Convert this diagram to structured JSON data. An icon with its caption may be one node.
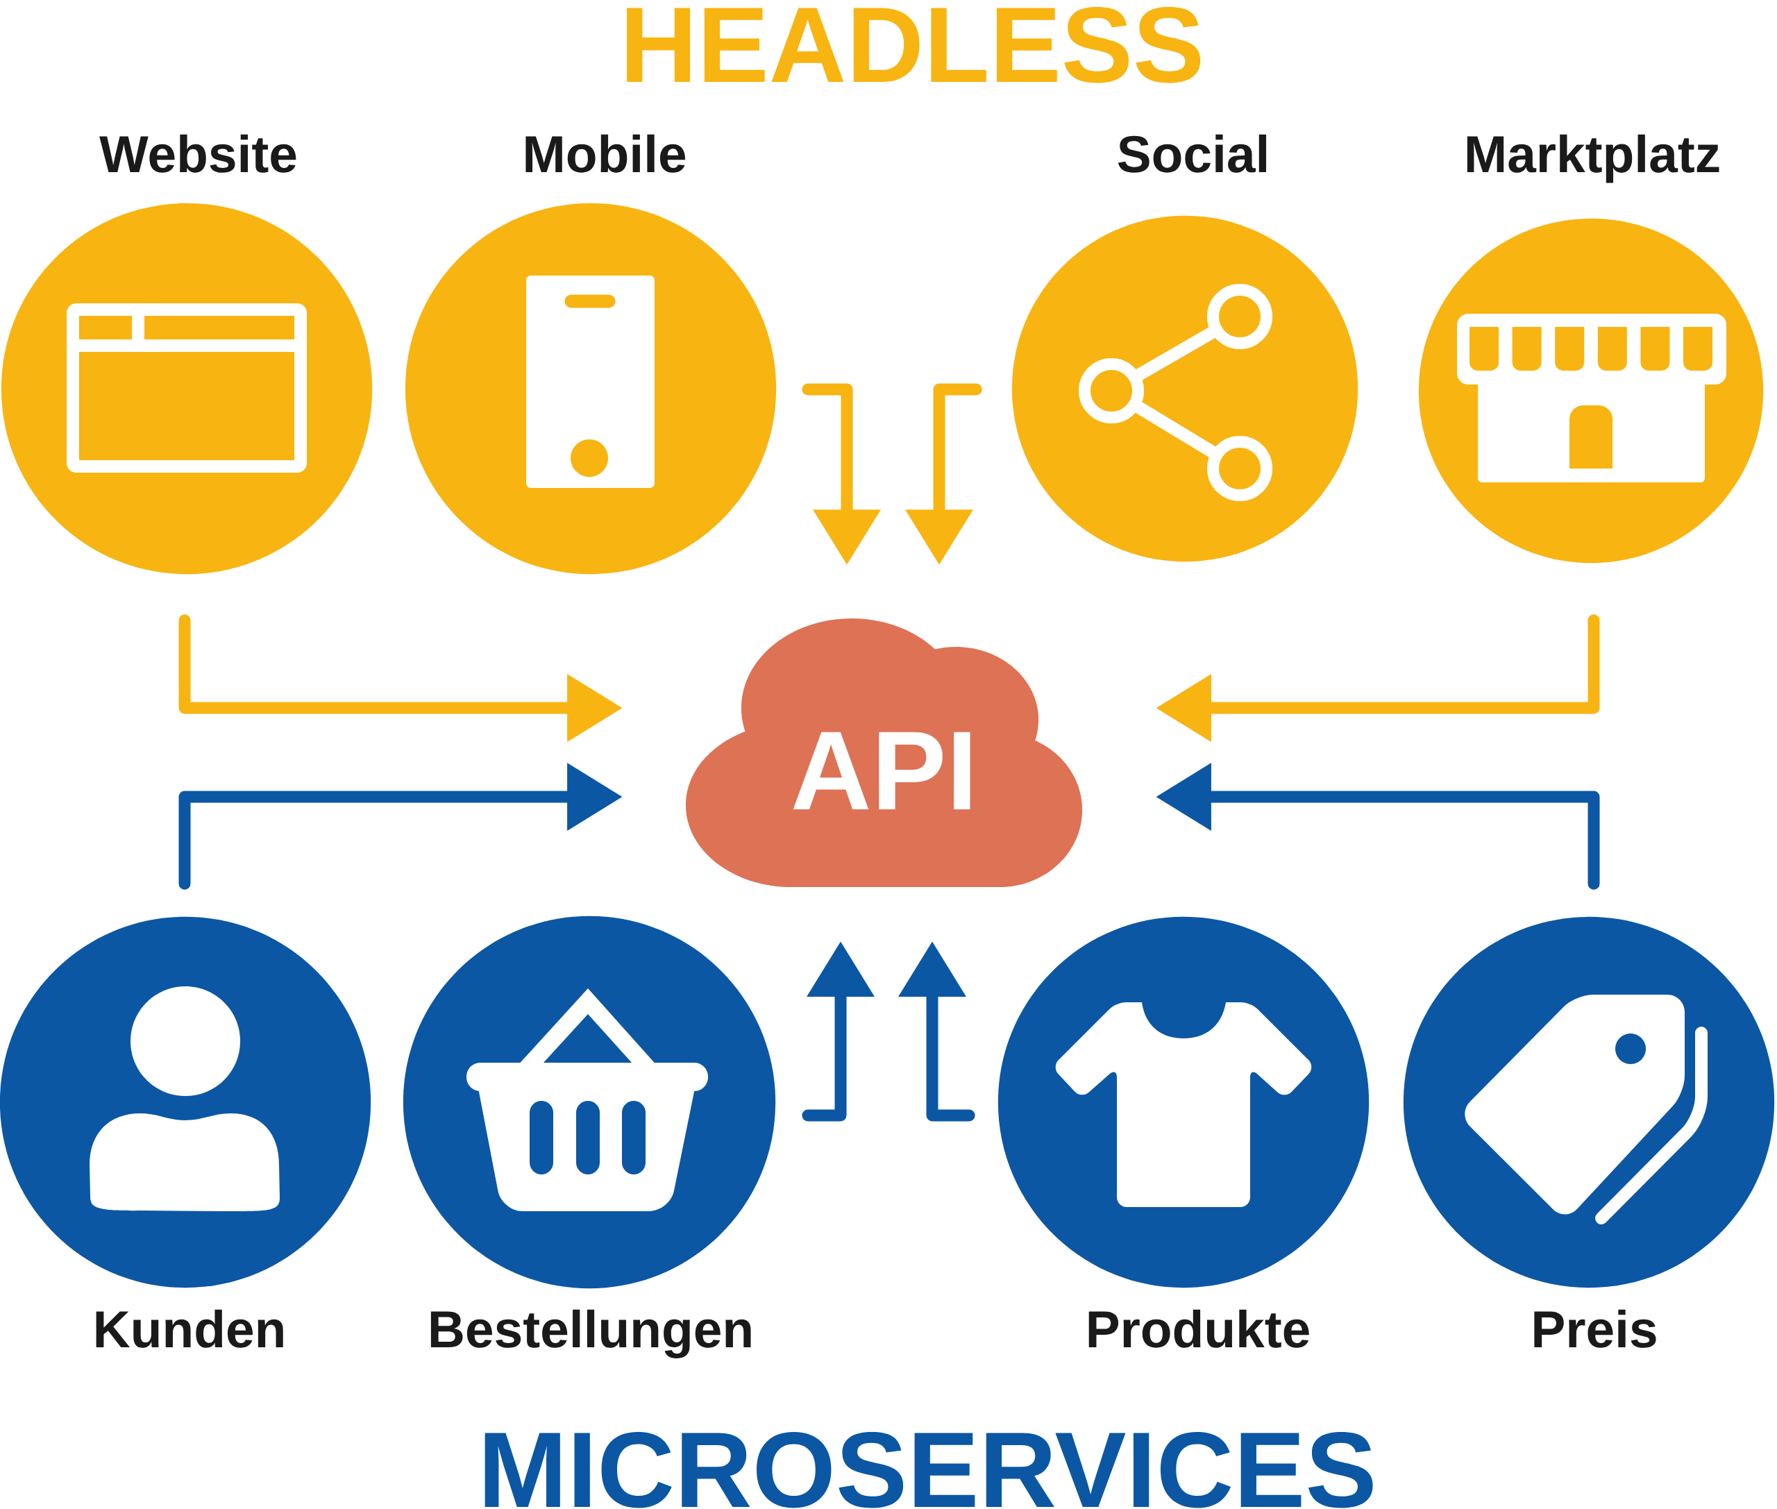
{
  "diagram": {
    "title": "HEADLESS",
    "nodes": [
      {
        "text": [
          "Website"
        ]
      },
      {
        "text": [
          "Mobile"
        ]
      },
      {
        "text": [
          "Social"
        ]
      },
      {
        "text": [
          "Marktplatz"
        ]
      },
      {
        "text": [
          "API"
        ]
      },
      {
        "text": [
          "Kunden"
        ]
      },
      {
        "text": [
          "Bestellungen"
        ]
      },
      {
        "text": [
          "Produkte"
        ]
      },
      {
        "text": [
          "Preis"
        ]
      }
    ],
    "edges": [
      {
        "from": 0,
        "to": 4,
        "arrow": "to",
        "color": "#f8b411"
      },
      {
        "from": 1,
        "to": 4,
        "arrow": "to",
        "color": "#f8b411"
      },
      {
        "from": 2,
        "to": 4,
        "arrow": "to",
        "color": "#f8b411"
      },
      {
        "from": 3,
        "to": 4,
        "arrow": "to",
        "color": "#f8b411"
      },
      {
        "from": 5,
        "to": 4,
        "arrow": "to",
        "color": "#0b57a4"
      },
      {
        "from": 6,
        "to": 4,
        "arrow": "to",
        "color": "#0b57a4"
      },
      {
        "from": 7,
        "to": 4,
        "arrow": "to",
        "color": "#0b57a4"
      },
      {
        "from": 8,
        "to": 4,
        "arrow": "to",
        "color": "#0b57a4"
      }
    ],
    "labels": [
      "MICROSERVICES"
    ]
  }
}
